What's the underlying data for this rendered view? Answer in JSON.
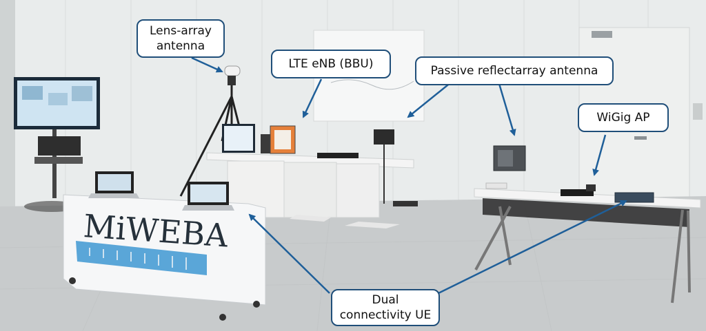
{
  "labels": {
    "lens_array_antenna": "Lens-array antenna",
    "lte_enb": "LTE eNB (BBU)",
    "passive_reflectarray": "Passive reflectarray antenna",
    "wigig_ap": "WiGig AP",
    "dual_connectivity_ue": "Dual connectivity UE"
  },
  "banner": {
    "logo_text": "MiWEBA"
  },
  "colors": {
    "callout_border": "#1f4e79",
    "arrow": "#1f5f99",
    "banner_blue": "#5aa6d8"
  }
}
